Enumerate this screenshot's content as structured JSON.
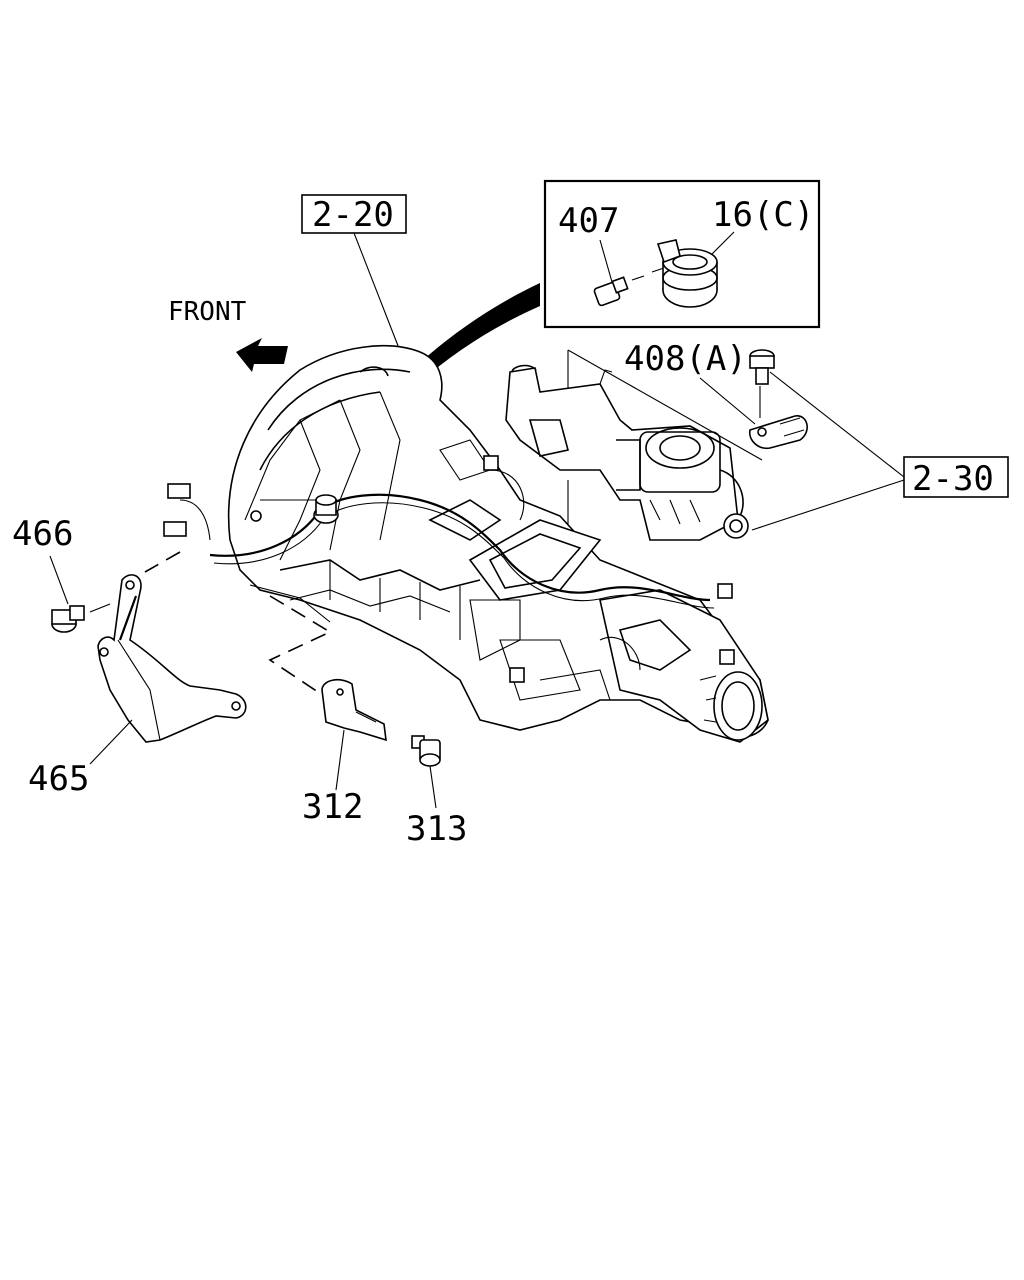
{
  "diagram": {
    "direction_label": "FRONT",
    "ref_box_2_20": "2-20",
    "ref_box_2_30": "2-30",
    "callouts": {
      "p407": "407",
      "p16c": "16(C)",
      "p408a": "408(A)",
      "p466": "466",
      "p465": "465",
      "p312": "312",
      "p313": "313"
    }
  }
}
